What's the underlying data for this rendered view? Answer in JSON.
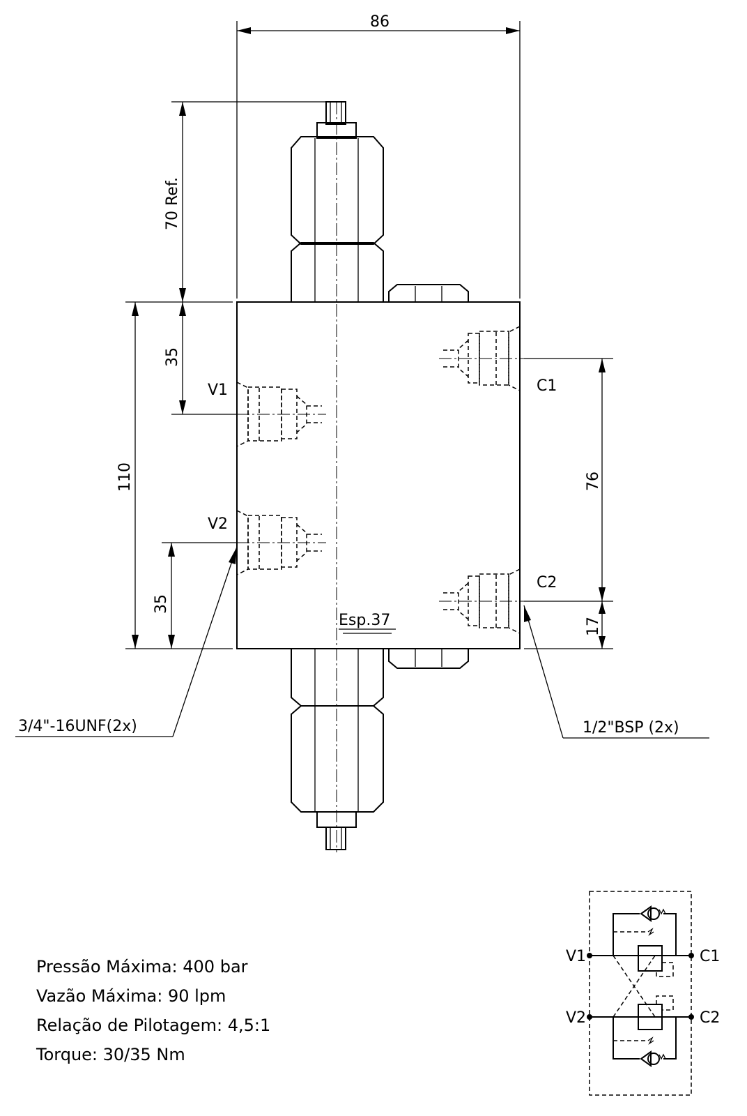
{
  "dimensions": {
    "width_86": "86",
    "height_70_ref": "70 Ref.",
    "d35_top": "35",
    "d110": "110",
    "d35_bottom": "35",
    "d76": "76",
    "d17": "17"
  },
  "ports": {
    "v1": "V1",
    "v2": "V2",
    "c1": "C1",
    "c2": "C2"
  },
  "callouts": {
    "left_thread": "3/4\"-16UNF(2x)",
    "right_thread": "1/2\"BSP (2x)",
    "thickness": "Esp.37"
  },
  "specs": [
    "Pressão Máxima: 400 bar",
    "Vazão Máxima: 90 lpm",
    "Relação de Pilotagem: 4,5:1",
    "Torque: 30/35 Nm"
  ],
  "schematic": {
    "v1": "V1",
    "v2": "V2",
    "c1": "C1",
    "c2": "C2"
  }
}
